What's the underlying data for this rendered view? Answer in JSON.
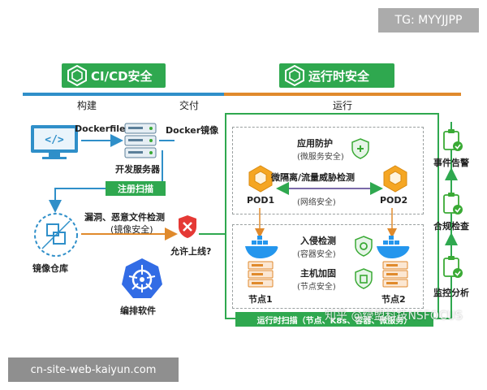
{
  "watermark_tag": "TG: MYYJJPP",
  "footer_tag": "cn-site-web-kaiyun.com",
  "overlay_watermark": "知乎 @绿盟科技NSFOCUS",
  "banners": {
    "cicd": "CI/CD安全",
    "runtime": "运行时安全"
  },
  "phases": {
    "build": "构建",
    "deliver": "交付",
    "run": "运行"
  },
  "cicd": {
    "dockerfile": "Dockerfile",
    "docker_image": "Docker镜像",
    "dev_server": "开发服务器",
    "register_scan": "注册扫描",
    "vuln_check_line1": "漏洞、恶意文件检测",
    "vuln_check_line2": "(镜像安全)",
    "image_repo": "镜像仓库",
    "allow_online": "允许上线?",
    "orchestration": "编排软件"
  },
  "runtime": {
    "app_protect": "应用防护",
    "app_protect_sub": "(微服务安全)",
    "micro_iso": "微隔离/流量威胁检测",
    "micro_iso_sub": "(网络安全)",
    "pod1": "POD1",
    "pod2": "POD2",
    "intrusion": "入侵检测",
    "intrusion_sub": "(容器安全)",
    "host_harden": "主机加固",
    "host_harden_sub": "(节点安全)",
    "node1": "节点1",
    "node2": "节点2",
    "runtime_scan": "运行时扫描（节点、K8s、容器、微服务）"
  },
  "side": {
    "event_alert": "事件告警",
    "compliance": "合规检查",
    "monitor": "监控分析"
  },
  "colors": {
    "green": "#2fa84f",
    "orange": "#e08a2c",
    "blue": "#2f8fc9",
    "docker_blue": "#2496ed",
    "k8s_blue": "#326ce5",
    "red": "#e53935"
  }
}
